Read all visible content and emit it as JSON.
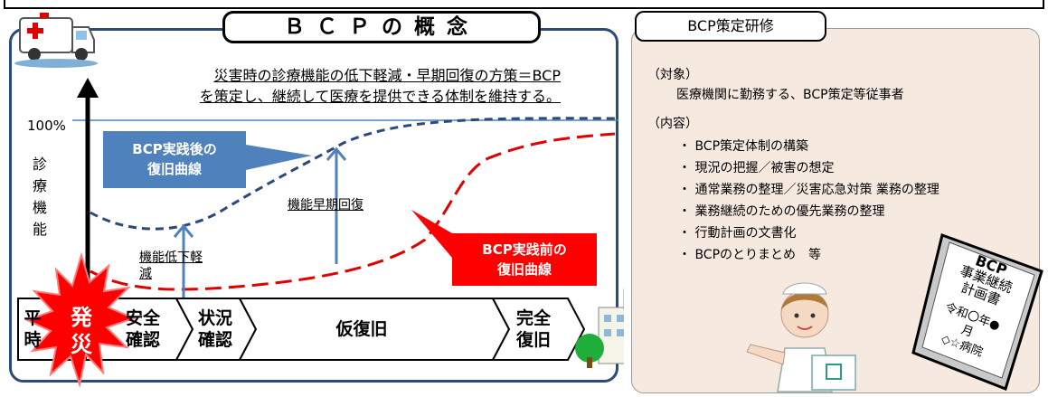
{
  "title": "ＢＣＰの概念",
  "right_title": "BCP策定研修",
  "description": [
    "災害時の診療機能の低下軽減・早期回復の方策＝BCP",
    "を策定し、継続して医療を提供できる体制を維持する。"
  ],
  "y_axis": {
    "top_label": "100%",
    "label_chars": [
      "診",
      "療",
      "機",
      "能"
    ]
  },
  "callouts": {
    "after": [
      "BCP実践後の",
      "復旧曲線"
    ],
    "before": [
      "BCP実践前の",
      "復旧曲線"
    ]
  },
  "annotations": {
    "early_recovery": "機能早期回復",
    "reduce_decline": [
      "機能低下軽",
      "減"
    ]
  },
  "phases": {
    "normal": [
      "平",
      "時"
    ],
    "disaster": [
      "発",
      "災"
    ],
    "safety": [
      "安全",
      "確認"
    ],
    "status": [
      "状況",
      "確認"
    ],
    "temp": "仮復旧",
    "full": [
      "完全",
      "復旧"
    ]
  },
  "target": {
    "heading": "（対象）",
    "text": "医療機関に勤務する、BCP策定等従事者"
  },
  "content": {
    "heading": "（内容）",
    "items": [
      "・ BCP策定体制の構築",
      "・ 現況の把握／被害の想定",
      "・ 通常業務の整理／災害応急対策 業務の整理",
      "・ 業務継続のための優先業務の整理",
      "・ 行動計画の文書化",
      "・ BCPのとりまとめ　等"
    ]
  },
  "book": {
    "lines": [
      "BCP",
      "事業継続",
      "計画書",
      "",
      "令和〇年●",
      "月",
      "◇☆病院"
    ]
  },
  "colors": {
    "panel_border": "#2b4a7a",
    "callout_blue": "#4f81bd",
    "callout_red": "#ff0000",
    "curve_blue": "#2b4a7a",
    "curve_red": "#e00000",
    "right_bg": "#f6e9df"
  }
}
